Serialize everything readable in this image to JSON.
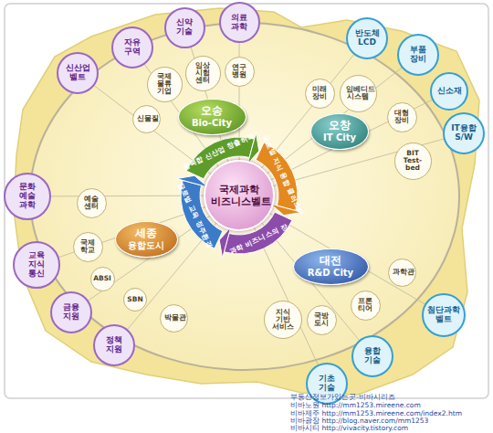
{
  "diagram": {
    "nodes": [
      {
        "text": [
          "신산업 벨트"
        ]
      },
      {
        "text": [
          "자유 구역"
        ]
      },
      {
        "text": [
          "신약 기술"
        ]
      },
      {
        "text": [
          "의료 과학"
        ]
      },
      {
        "text": [
          "반도체 LCD"
        ]
      },
      {
        "text": [
          "부품 장비"
        ]
      },
      {
        "text": [
          "신소재"
        ]
      },
      {
        "text": [
          "IT융합 S/W"
        ]
      },
      {
        "text": [
          "신물질"
        ]
      },
      {
        "text": [
          "국제 물류 기업"
        ]
      },
      {
        "text": [
          "임상 시험 센터"
        ]
      },
      {
        "text": [
          "연구 병원"
        ]
      },
      {
        "text": [
          "오송",
          "Bio-City"
        ]
      },
      {
        "text": [
          "미래 장비"
        ]
      },
      {
        "text": [
          "임베디드 시스템"
        ]
      },
      {
        "text": [
          "대형 장비"
        ]
      },
      {
        "text": [
          "오창",
          "IT City"
        ]
      },
      {
        "text": [
          "BIT Test-bed"
        ]
      },
      {
        "text": [
          "국제과학 비즈니스벨트"
        ]
      },
      {
        "text": [
          "예술 센터"
        ]
      },
      {
        "text": [
          "문화 예술 과학"
        ]
      },
      {
        "text": [
          "세종",
          "융합도시"
        ]
      },
      {
        "text": [
          "국제 학교"
        ]
      },
      {
        "text": [
          "교육 지식 통신"
        ]
      },
      {
        "text": [
          "ABSI"
        ]
      },
      {
        "text": [
          "과학관"
        ]
      },
      {
        "text": [
          "대전",
          "R&D City"
        ]
      },
      {
        "text": [
          "SBN"
        ]
      },
      {
        "text": [
          "금융 지원"
        ]
      },
      {
        "text": [
          "프론 티어"
        ]
      },
      {
        "text": [
          "첨단과학 벨트"
        ]
      },
      {
        "text": [
          "지식 기반 서비스"
        ]
      },
      {
        "text": [
          "국방 도시"
        ]
      },
      {
        "text": [
          "박물관"
        ]
      },
      {
        "text": [
          "정책 지원"
        ]
      },
      {
        "text": [
          "융합 기술"
        ]
      },
      {
        "text": [
          "기초 기술"
        ]
      }
    ],
    "labels": [
      "융복합 신산업 창출허브",
      "글로벌 지식 융합 클러스터",
      "과학 비즈니스의 장",
      "글로벌 교육 정주환경",
      "부동산정보가있는곳-비바시리즈",
      "비바노원 http://mm1253.mireene.com",
      "비바제주 http://mm1253.mireene.com/index2.htm",
      "비바광장 http://blog.naver.com/mm1253",
      "비바시티 http://vivacity.tistory.com"
    ]
  }
}
